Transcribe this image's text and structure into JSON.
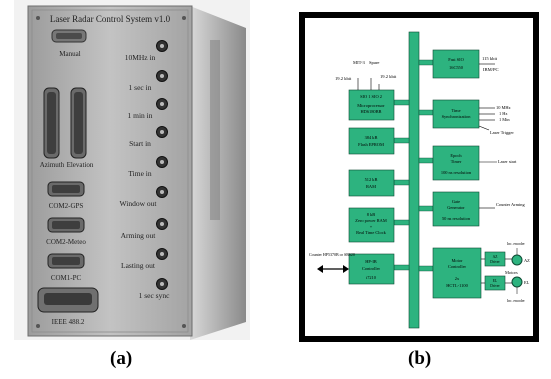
{
  "photo": {
    "title": "Laser Radar Control System v1.0",
    "left_labels": [
      "Manual",
      "Azimuth",
      "Elevation",
      "COM2-GPS",
      "COM2-Meteo",
      "COM1-PC",
      "IEEE 488.2"
    ],
    "right_labels": [
      "10MHz in",
      "1 sec in",
      "1 min in",
      "Start in",
      "Time in",
      "Window out",
      "Arming out",
      "Lasting out",
      "1 sec sync"
    ]
  },
  "diagram": {
    "top_labels": {
      "mit3": "MIT-3",
      "spare": "Spare",
      "rate1": "19.2 kbit",
      "rate2": "19.2 kbit",
      "rate3": "115 kbit",
      "ibmpc": "IBM/PC"
    },
    "blocks": {
      "cpu": {
        "line1": "SIO 1   SIO 2",
        "line2": "Microprocessor",
        "line3": "HD6180BB"
      },
      "flash": {
        "line1": "384 kB",
        "line2": "Flash EPROM"
      },
      "ram": {
        "line1": "512 kB",
        "line2": "RAM"
      },
      "zpram": {
        "line1": "8 kB",
        "line2": "Zero power RAM",
        "line3": "+",
        "line4": "Real Time Clock"
      },
      "hpib": {
        "line1": "HP-IB",
        "line2": "Controller",
        "line3": "i7210"
      },
      "fastsio": {
        "line1": "Fast SIO",
        "line2": "16C550"
      },
      "timesync": {
        "line1": "Time",
        "line2": "Synchronization"
      },
      "epoch": {
        "line1": "Epoch",
        "line2": "Timer",
        "line3": "100 ns resolution"
      },
      "gate": {
        "line1": "Gate",
        "line2": "Generator",
        "line3": "50 ns resolution"
      },
      "motor": {
        "line1": "Motor",
        "line2": "Controller",
        "line3": "2x",
        "line4": "HCTL-1100"
      },
      "azdrv": {
        "line1": "AZ",
        "line2": "Driver"
      },
      "eldrv": {
        "line1": "EL",
        "line2": "Driver"
      }
    },
    "side_labels": {
      "tenmhz": "10 MHz",
      "onehz": "1 Hz",
      "onemin": "1 Min",
      "laser_trigger": "Laser Trigger",
      "laser_start": "Laser start",
      "counter_arming": "Counter Arming",
      "counter_hp": "Counter HP5370B or SR620",
      "enc_top": "Inc. encoder",
      "enc_bottom": "Inc. encoder",
      "az": "AZ",
      "el": "EL",
      "motors": "Motors"
    }
  },
  "captions": {
    "a": "(a)",
    "b": "(b)"
  }
}
